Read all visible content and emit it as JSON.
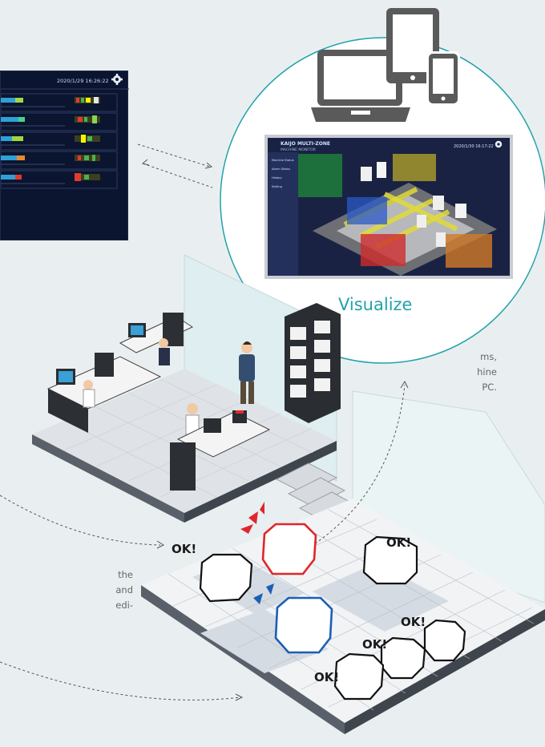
{
  "left_panel": {
    "timestamp": "2020/1/29 16:26:22"
  },
  "visualize_panel": {
    "label": "Visualize",
    "screen": {
      "title": "KAIJO MULTI-ZONE",
      "subtitle": "MACHINE MONITOR",
      "timestamp": "2020/1/30 16:17:22",
      "menu": [
        "Machine Status",
        "Alarm Status",
        "History",
        "Setting"
      ]
    }
  },
  "captions": {
    "block1": [
      "ms,",
      "hine",
      "PC."
    ],
    "block2": [
      "the",
      "and",
      "edi-"
    ]
  },
  "floor": {
    "ok_labels": [
      "OK!",
      "OK!",
      "OK!",
      "OK!",
      "OK!"
    ]
  },
  "colors": {
    "accent": "#23a2ab",
    "alert_red": "#e0262c",
    "alert_blue": "#1a5fb4",
    "device_gray": "#5a5a5a"
  },
  "icons": [
    "laptop-icon",
    "tablet-icon",
    "smartphone-icon",
    "gear-icon",
    "clock-icon"
  ]
}
